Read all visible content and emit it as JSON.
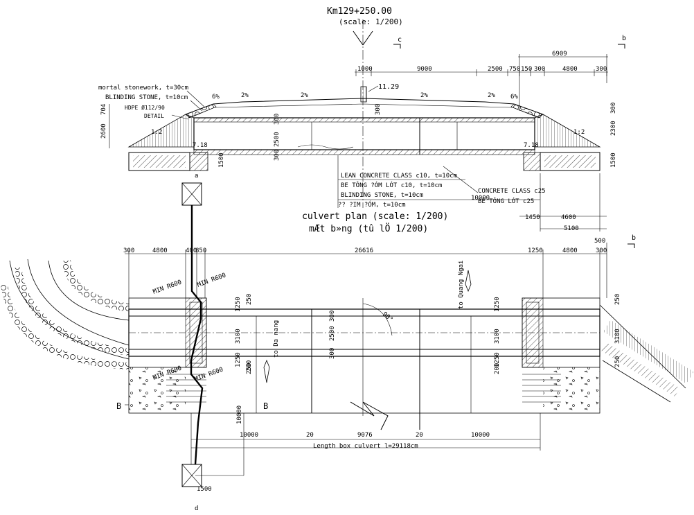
{
  "header": {
    "station": "Km129+250.00",
    "scale": "(scale: 1/200)",
    "section_c": "c",
    "section_b": "b"
  },
  "profile": {
    "dims_top": {
      "d1": "1000",
      "d2": "9000",
      "d3": "2500",
      "d4": "750",
      "d5": "150",
      "d6": "300",
      "d7": "4800",
      "d8": "300",
      "d9": "6909"
    },
    "elevation": "11.29",
    "slopes": {
      "s1": "6%",
      "s2": "2%",
      "s3": "2%",
      "s4": "2%",
      "s5": "2%",
      "s6": "6%"
    },
    "side_slope_left": "1:2",
    "side_slope_right": "1:2",
    "labels": {
      "stonework": "mortal stonework, t=30cm",
      "blinding": "BLINDING STONE, t=10cm",
      "hdpe": "HDPE Ø112/90",
      "detail": "DETAIL"
    },
    "left_dims": {
      "a": "2600",
      "b": "704"
    },
    "mid_dims": {
      "a": "300",
      "b": "2500",
      "c": "300",
      "d": "300"
    },
    "right_dims": {
      "a": "2300",
      "b": "300"
    },
    "slab": {
      "l": "7.18",
      "r": "7.18"
    },
    "base_left": "1500",
    "base_right": "1500",
    "notes": {
      "n1": "LEAN CONCRETE CLASS c10, t=10cm",
      "n2": "BE TÔNG ?ÓM LÓT c10, t=10cm",
      "n3": "BLINDING STONE, t=10cm",
      "n4": "?? ?IM ?ÓM, t=10cm",
      "n5": "CONCRETE CLASS c25",
      "n6": "BÊ TÔNG LÓT c25",
      "n7": "10000"
    },
    "right_lower_dims": {
      "a": "1450",
      "b": "4600",
      "c": "5100"
    }
  },
  "plan_title": {
    "en": "culvert plan (scale: 1/200)",
    "vn": "mÆt b»ng (tû lÖ 1/200)"
  },
  "plan": {
    "top_dims": {
      "d1": "300",
      "d2": "4800",
      "d3": "400",
      "d4": "850",
      "d5": "26616",
      "d6": "1250",
      "d7": "4800",
      "d8": "300",
      "d9": "500"
    },
    "radii": {
      "r1": "MIN R600",
      "r2": "MIN R600",
      "r3": "MIN R600",
      "r4": "MIN R600"
    },
    "mid_dims": {
      "a": "1250",
      "b": "3100",
      "c": "1250",
      "d": "250",
      "e": "250",
      "f": "300",
      "g": "2500",
      "h": "300",
      "i": "1250",
      "j": "3100",
      "k": "1250",
      "l": "250",
      "m": "250",
      "n": "3100",
      "o": "200",
      "p": "200"
    },
    "angle": "90°",
    "to_quang_ngai": "to Quang Ngai",
    "to_da_nang": "to Da nang",
    "section_B": "B",
    "bottom_dims": {
      "a": "10000",
      "b": "20",
      "c": "9076",
      "d": "20",
      "e": "10000",
      "f": "10000",
      "g": "1500"
    },
    "length_note": "Length box culvert l=29118cm",
    "section_a": "a",
    "section_d": "d"
  }
}
